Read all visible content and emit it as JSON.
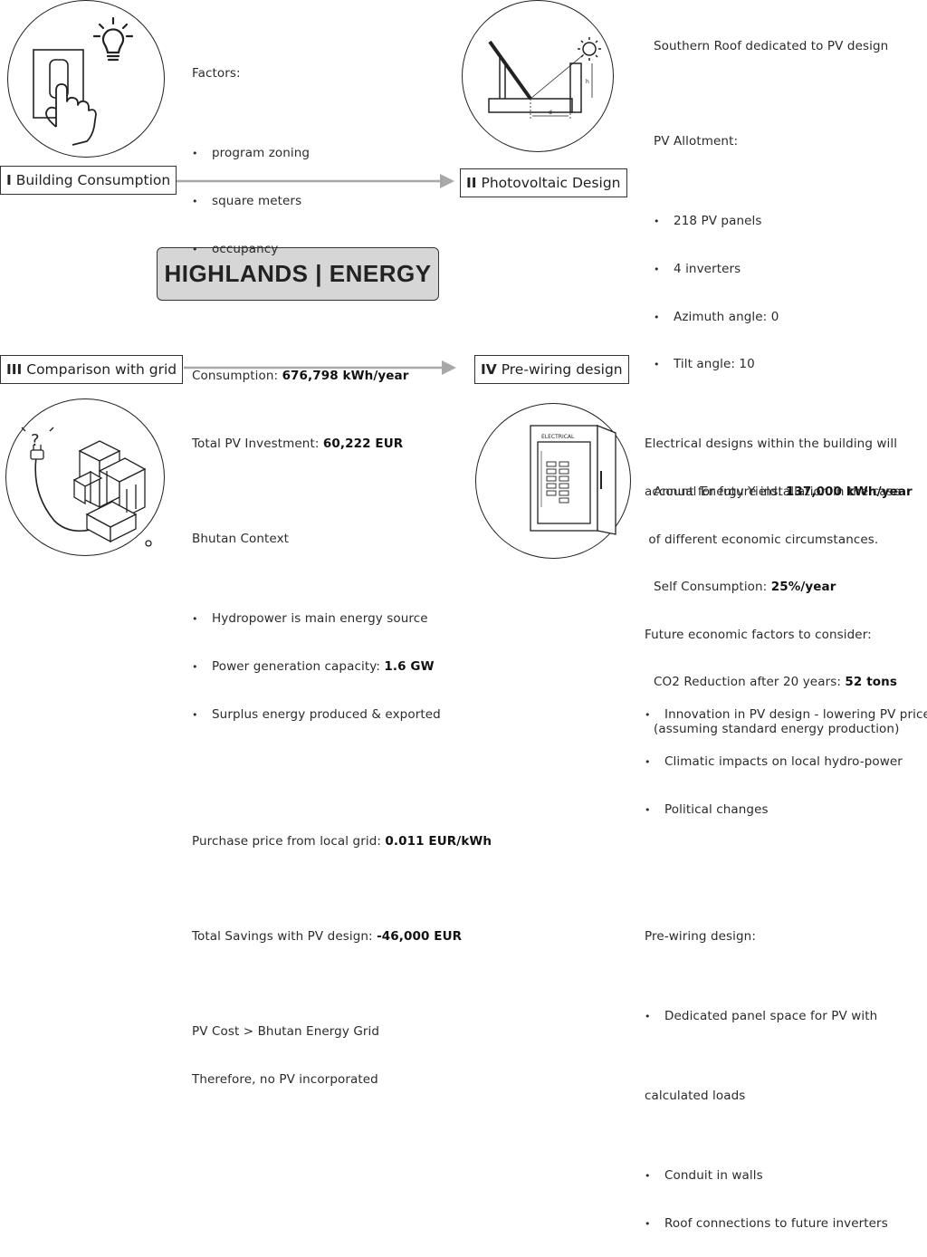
{
  "title": "HIGHLANDS | ENERGY",
  "sections": {
    "s1": {
      "label_num": "I",
      "label_text": "Building Consumption",
      "factors_title": "Factors:",
      "factors": [
        "program zoning",
        "square meters",
        "occupancy"
      ],
      "consumption_label": "Consumption: ",
      "consumption_value": "676,798 kWh/year",
      "icon": "light-switch-hand-icon"
    },
    "s2": {
      "label_num": "II",
      "label_text": "Photovoltaic Design",
      "intro": "Southern Roof dedicated to PV design",
      "allotment_title": "PV Allotment:",
      "allotment": [
        "218 PV panels",
        "4 inverters",
        "Azimuth angle: 0",
        "Tilt angle: 10"
      ],
      "yield_label": "Annual Energy Yield: ",
      "yield_value": "137,000 kWh/year",
      "self_label": "Self Consumption: ",
      "self_value": "25%/year",
      "co2_label": "CO2 Reduction after 20 years: ",
      "co2_value": "52 tons",
      "co2_note": "(assuming standard energy production)",
      "diagram_h": "h",
      "diagram_d": "d",
      "icon": "pv-panel-tilt-diagram-icon"
    },
    "s3": {
      "label_num": "III",
      "label_text": "Comparison with grid",
      "investment_label": "Total PV Investment: ",
      "investment_value": "60,222 EUR",
      "context_title": "Bhutan Context",
      "context_items": [
        {
          "text": "Hydropower is main energy source",
          "bold": ""
        },
        {
          "text": "Power generation capacity: ",
          "bold": "1.6 GW"
        },
        {
          "text": "Surplus energy produced & exported",
          "bold": ""
        }
      ],
      "purchase_label": "Purchase price from local grid: ",
      "purchase_value": "0.011 EUR/kWh",
      "savings_label": "Total Savings with PV design: ",
      "savings_value": "-46,000 EUR",
      "conclusion_1": "PV Cost > Bhutan Energy Grid",
      "conclusion_2": "Therefore, no PV incorporated",
      "icon": "building-plug-icon"
    },
    "s4": {
      "label_num": "IV",
      "label_text": "Pre-wiring design",
      "intro_1": "Electrical designs within the building will",
      "intro_2": "account for future installation in the case",
      "intro_3": " of different economic circumstances.",
      "future_title": "Future economic factors to consider:",
      "future_items": [
        "Innovation in PV design - lowering PV price",
        "Climatic impacts on local hydro-power",
        "Political changes"
      ],
      "prewire_title": "Pre-wiring design:",
      "prewire_item1_a": "Dedicated panel space for PV with",
      "prewire_item1_b": "calculated loads",
      "prewire_items": [
        "Conduit in walls",
        "Roof connections to future inverters"
      ],
      "panel_label": "ELECTRICAL",
      "icon": "electrical-panel-icon"
    }
  },
  "colors": {
    "title_bg": "#d6d6d6",
    "arrow": "#a8a8a8",
    "outline": "#222222"
  }
}
